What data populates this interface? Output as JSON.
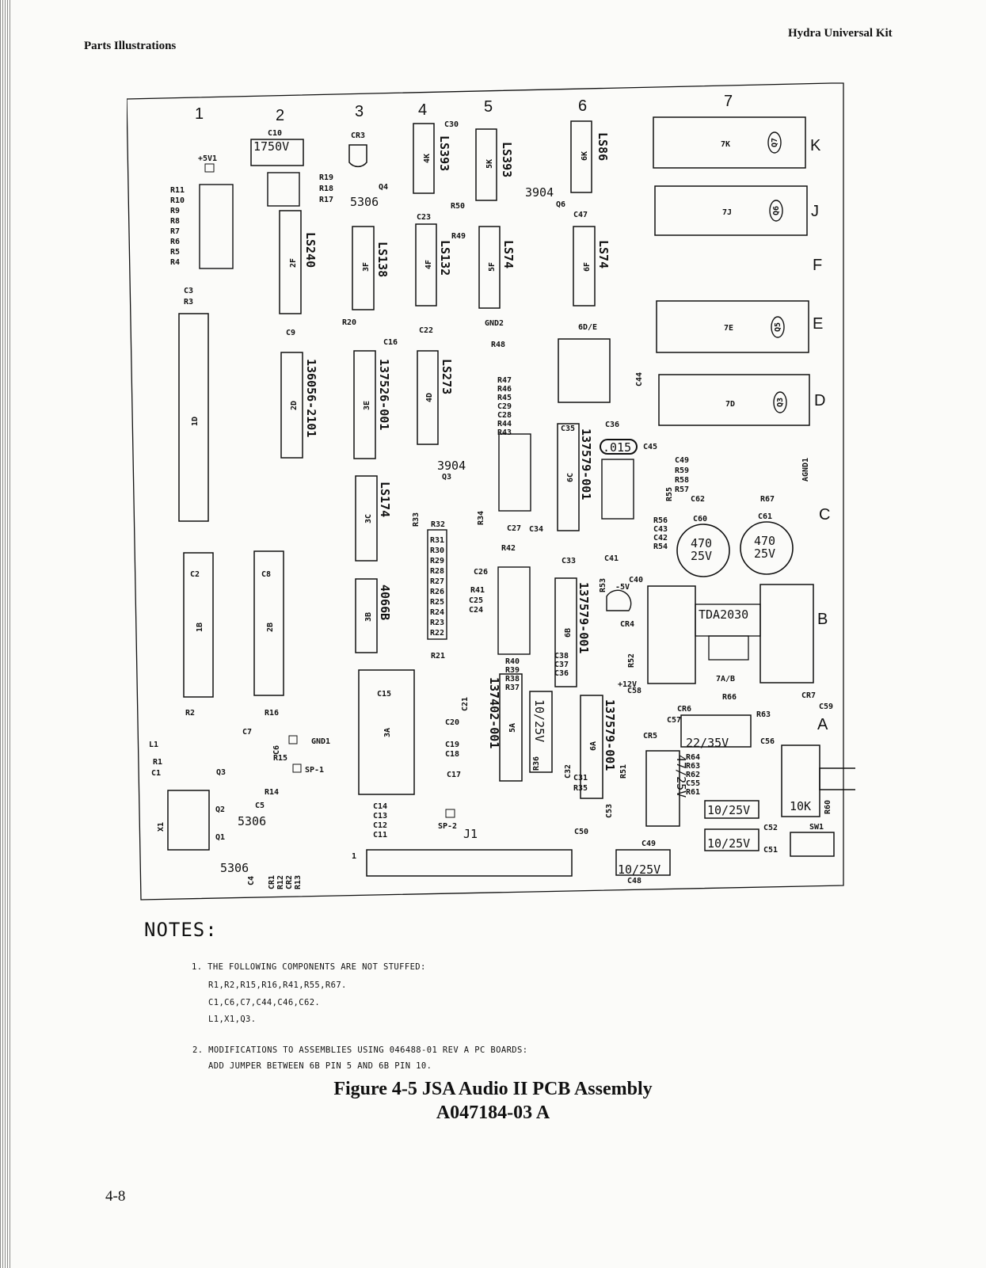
{
  "header": {
    "left": "Parts Illustrations",
    "right": "Hydra Universal Kit"
  },
  "pcb": {
    "column_numbers": [
      "1",
      "2",
      "3",
      "4",
      "5",
      "6",
      "7"
    ],
    "row_letters": [
      "K",
      "J",
      "F",
      "E",
      "D",
      "C",
      "B",
      "A"
    ],
    "chips": [
      {
        "ref": "4K",
        "part": "LS393"
      },
      {
        "ref": "5K",
        "part": "LS393"
      },
      {
        "ref": "6K",
        "part": "LS86"
      },
      {
        "ref": "2F",
        "part": "LS240"
      },
      {
        "ref": "3F",
        "part": "LS138"
      },
      {
        "ref": "4F",
        "part": "LS132"
      },
      {
        "ref": "5F",
        "part": "LS74"
      },
      {
        "ref": "6F",
        "part": "LS74"
      },
      {
        "ref": "1D",
        "part": ""
      },
      {
        "ref": "2D",
        "part": "136056-2101"
      },
      {
        "ref": "3E",
        "part": "137526-001"
      },
      {
        "ref": "4D",
        "part": "LS273"
      },
      {
        "ref": "3C",
        "part": "LS174"
      },
      {
        "ref": "3B",
        "part": "4066B"
      },
      {
        "ref": "6C",
        "part": "137579-001"
      },
      {
        "ref": "6B",
        "part": "137579-001"
      },
      {
        "ref": "5A",
        "part": "137402-001"
      },
      {
        "ref": "6A",
        "part": "137579-001"
      },
      {
        "ref": "1B",
        "part": ""
      },
      {
        "ref": "2B",
        "part": ""
      },
      {
        "ref": "3A",
        "part": ""
      }
    ],
    "sockets": [
      "7K",
      "7J",
      "7E",
      "7D"
    ],
    "socket_parts": [
      "Q7",
      "Q6",
      "Q5",
      "Q3"
    ],
    "labels": {
      "c10": "C10",
      "c10_val": "1750V",
      "v5": "+5V1",
      "cr3": "CR3",
      "q4": "Q4",
      "q4_part": "5306",
      "q6_part": "3904",
      "q5_part": "3904",
      "q6": "Q6",
      "res_left": [
        "R11",
        "R10",
        "R9",
        "R8",
        "R7",
        "R6",
        "R5",
        "R4"
      ],
      "res_2": [
        "R19",
        "R18",
        "R17"
      ],
      "c3": "C3",
      "r3": "R3",
      "c9": "C9",
      "c16": "C16",
      "r20": "R20",
      "c22": "C22",
      "c23": "C23",
      "c30": "C30",
      "c47": "C47",
      "r50": "R50",
      "r49": "R49",
      "gnd2": "GND2",
      "r48": "R48",
      "r47_stack": [
        "R47",
        "R46",
        "R45",
        "C29",
        "C28",
        "R44",
        "R43"
      ],
      "rd_e": "6D/E",
      "c44": "C44",
      "c35": "C35",
      "c36": "C36",
      "c015": ".015",
      "c45": "C45",
      "c49": "C49",
      "r59": "R59",
      "r58": "R58",
      "r57": "R57",
      "r55": "R55",
      "c62": "C62",
      "r67": "R67",
      "agnd1": "AGND1",
      "c60": "C60",
      "c61": "C61",
      "cap470": "470",
      "cap25v": "25V",
      "r56_stack": [
        "R56",
        "C43",
        "C42",
        "R54"
      ],
      "q3": "Q3",
      "r33": "R33",
      "r34": "R34",
      "r32": "R32",
      "res_ladder": [
        "R31",
        "R30",
        "R29",
        "R28",
        "R27",
        "R26",
        "R25",
        "R24",
        "R23",
        "R22"
      ],
      "r21": "R21",
      "c27": "C27",
      "c34": "C34",
      "r42": "R42",
      "c26": "C26",
      "r41": "R41",
      "c25": "C25",
      "c24": "C24",
      "c33": "C33",
      "c41": "C41",
      "r53": "R53",
      "m5v": "-5V",
      "c40": "C40",
      "cr4": "CR4",
      "tda": "TDA2030",
      "r40_stack": [
        "R40",
        "R39",
        "R38",
        "R37"
      ],
      "c38_stack": [
        "C38",
        "C37",
        "C36"
      ],
      "r52": "R52",
      "p12v": "+12V",
      "c58": "C58",
      "r66": "R66",
      "cr7": "CR7",
      "c59": "C59",
      "r63": "R63",
      "cr6": "CR6",
      "c57": "C57",
      "cr5": "CR5",
      "c56": "C56",
      "cap22": "22/35V",
      "r64_stack": [
        "R64",
        "R63",
        "R62",
        "C55",
        "R61"
      ],
      "r51": "R51",
      "c53": "C53",
      "cap47": "47/25V",
      "cap10a": "10/25V",
      "cap10b": "10/25V",
      "cap10c": "10/25V",
      "cap10d": "10/25V",
      "c52": "C52",
      "c51": "C51",
      "ten_k": "10K",
      "r60": "R60",
      "sw1": "SW1",
      "c50": "C50",
      "c48": "C48",
      "c49b": "C49",
      "c21": "C21",
      "c20": "C20",
      "c_stack": [
        "C19",
        "C18"
      ],
      "c17": "C17",
      "r36": "R36",
      "c32": "C32",
      "c31": "C31",
      "r35": "R35",
      "c15": "C15",
      "c14_stack": [
        "C14",
        "C13",
        "C12",
        "C11"
      ],
      "sp2": "SP-2",
      "j1": "J1",
      "pin1": "1",
      "r2": "R2",
      "r16": "R16",
      "c7": "C7",
      "gnd1": "GND1",
      "c6": "C6",
      "r15": "R15",
      "sp1": "SP-1",
      "l1": "L1",
      "r1": "R1",
      "c1": "C1",
      "q3b": "Q3",
      "c5": "C5",
      "r14": "R14",
      "x1": "X1",
      "q2": "Q2",
      "q1": "Q1",
      "q2_part": "5306",
      "q1_part": "5306",
      "c4": "C4",
      "cr_stack": [
        "CR1",
        "R12",
        "CR2",
        "R13"
      ],
      "c2": "C2",
      "c8": "C8",
      "t7ab": "7A/B"
    }
  },
  "notes": {
    "title": "NOTES:",
    "items": [
      "1. THE FOLLOWING COMPONENTS ARE NOT STUFFED:",
      "R1,R2,R15,R16,R41,R55,R67.",
      "C1,C6,C7,C44,C46,C62.",
      "L1,X1,Q3.",
      "2. MODIFICATIONS TO ASSEMBLIES USING 046488-01 REV A PC BOARDS:",
      "ADD JUMPER BETWEEN 6B PIN 5 AND 6B PIN 10."
    ]
  },
  "caption": {
    "line1": "Figure 4-5  JSA Audio II PCB Assembly",
    "line2": "A047184-03  A"
  },
  "page_number": "4-8"
}
